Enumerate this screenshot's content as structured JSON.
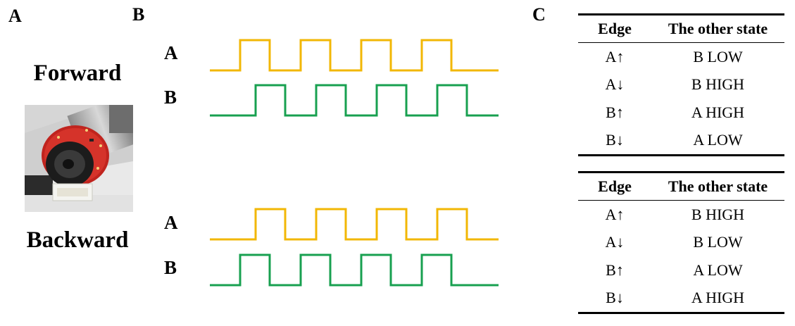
{
  "panels": {
    "a": "A",
    "b": "B",
    "c": "C"
  },
  "forward": {
    "label": "Forward",
    "signals": {
      "a": "A",
      "b": "B"
    },
    "table": {
      "headers": [
        "Edge",
        "The other state"
      ],
      "rows": [
        [
          "A↑",
          "B LOW"
        ],
        [
          "A↓",
          "B HIGH"
        ],
        [
          "B↑",
          "A HIGH"
        ],
        [
          "B↓",
          "A LOW"
        ]
      ]
    }
  },
  "backward": {
    "label": "Backward",
    "signals": {
      "a": "A",
      "b": "B"
    },
    "table": {
      "headers": [
        "Edge",
        "The other state"
      ],
      "rows": [
        [
          "A↑",
          "B HIGH"
        ],
        [
          "A↓",
          "B LOW"
        ],
        [
          "B↑",
          "A LOW"
        ],
        [
          "B↓",
          "A HIGH"
        ]
      ]
    }
  },
  "colors": {
    "signal_a": "#f2b705",
    "signal_b": "#18a050"
  }
}
